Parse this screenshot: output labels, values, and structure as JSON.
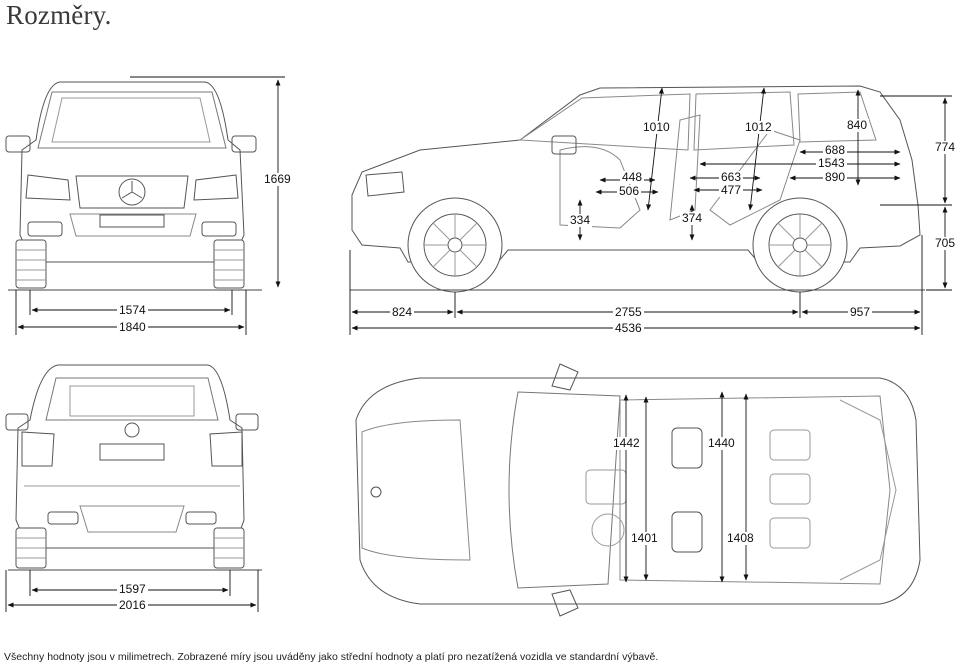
{
  "title": "Rozměry.",
  "footnote": "Všechny hodnoty jsou v milimetrech. Zobrazené míry jsou uváděny jako střední hodnoty a platí pro nezatížená vozidla ve standardní výbavě.",
  "dimensions": {
    "front_height": "1669",
    "front_track": "1574",
    "front_width": "1840",
    "front_overhang": "824",
    "wheelbase": "2755",
    "rear_overhang": "957",
    "length": "4536",
    "headroom_front": "1010",
    "headroom_rear": "1012",
    "trunk_height": "840",
    "trunk_depth_688": "688",
    "load_length_1543": "1543",
    "load_length_890": "890",
    "legroom_448": "448",
    "legroom_506": "506",
    "legroom_663": "663",
    "legroom_477": "477",
    "seat_height_front": "334",
    "seat_height_rear": "374",
    "total_height_774": "774",
    "load_sill_705": "705",
    "shoulder_front": "1442",
    "shoulder_rear": "1440",
    "elbow_front": "1401",
    "elbow_rear": "1408",
    "rear_track": "1597",
    "width_mirrors": "2016"
  },
  "colors": {
    "line": "#444444",
    "light": "#8a8a8a",
    "dim": "#111111"
  }
}
